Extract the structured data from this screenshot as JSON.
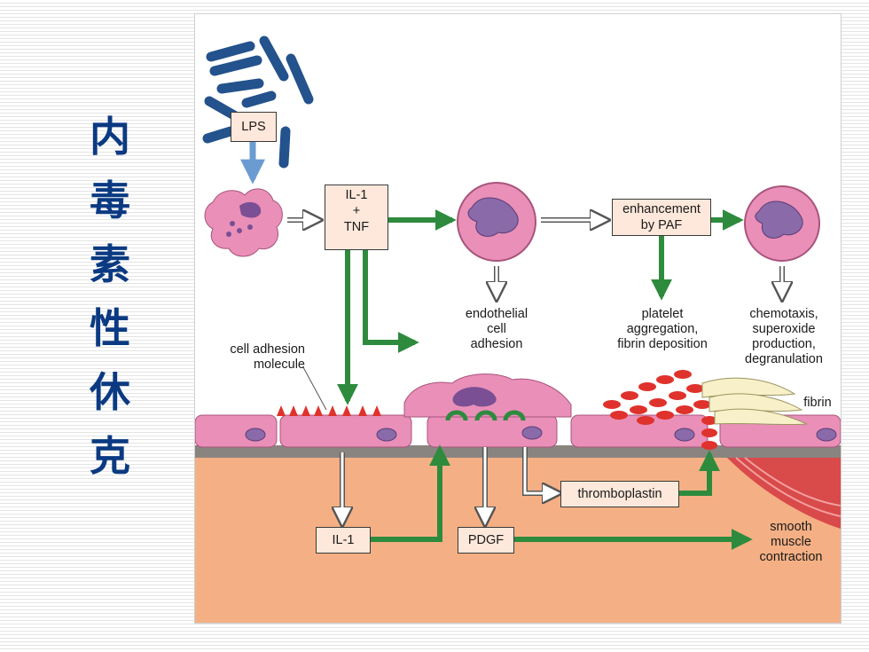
{
  "slide": {
    "title_chars": [
      "内",
      "毒",
      "素",
      "性",
      "休",
      "克"
    ]
  },
  "diagram": {
    "nodes": {
      "lps": "LPS",
      "il1_tnf": [
        "IL-1",
        "+",
        "TNF"
      ],
      "enhancement": [
        "enhancement",
        "by PAF"
      ],
      "il1": "IL-1",
      "pdgf": "PDGF",
      "thromboplastin": "thromboplastin"
    },
    "labels": {
      "endothelial_adhesion": [
        "endothelial",
        "cell",
        "adhesion"
      ],
      "platelet": [
        "platelet",
        "aggregation,",
        "fibrin deposition"
      ],
      "chemotaxis": [
        "chemotaxis,",
        "superoxide",
        "production,",
        "degranulation"
      ],
      "cell_adhesion_molecule": [
        "cell adhesion",
        "molecule"
      ],
      "fibrin": "fibrin",
      "smooth_muscle": [
        "smooth",
        "muscle",
        "contraction"
      ]
    },
    "colors": {
      "title": "#0b3a82",
      "green_arrow": "#2e8b3e",
      "blue_arrow": "#6a9bd1",
      "cell_pink": "#e98fb8",
      "tissue": "#f4b084",
      "membrane": "#8a8480",
      "box_fill": "#fde8db",
      "bacteria": "#23528c",
      "platelet_red": "#e0322c",
      "fibrin_cream": "#f7f0c8"
    }
  }
}
